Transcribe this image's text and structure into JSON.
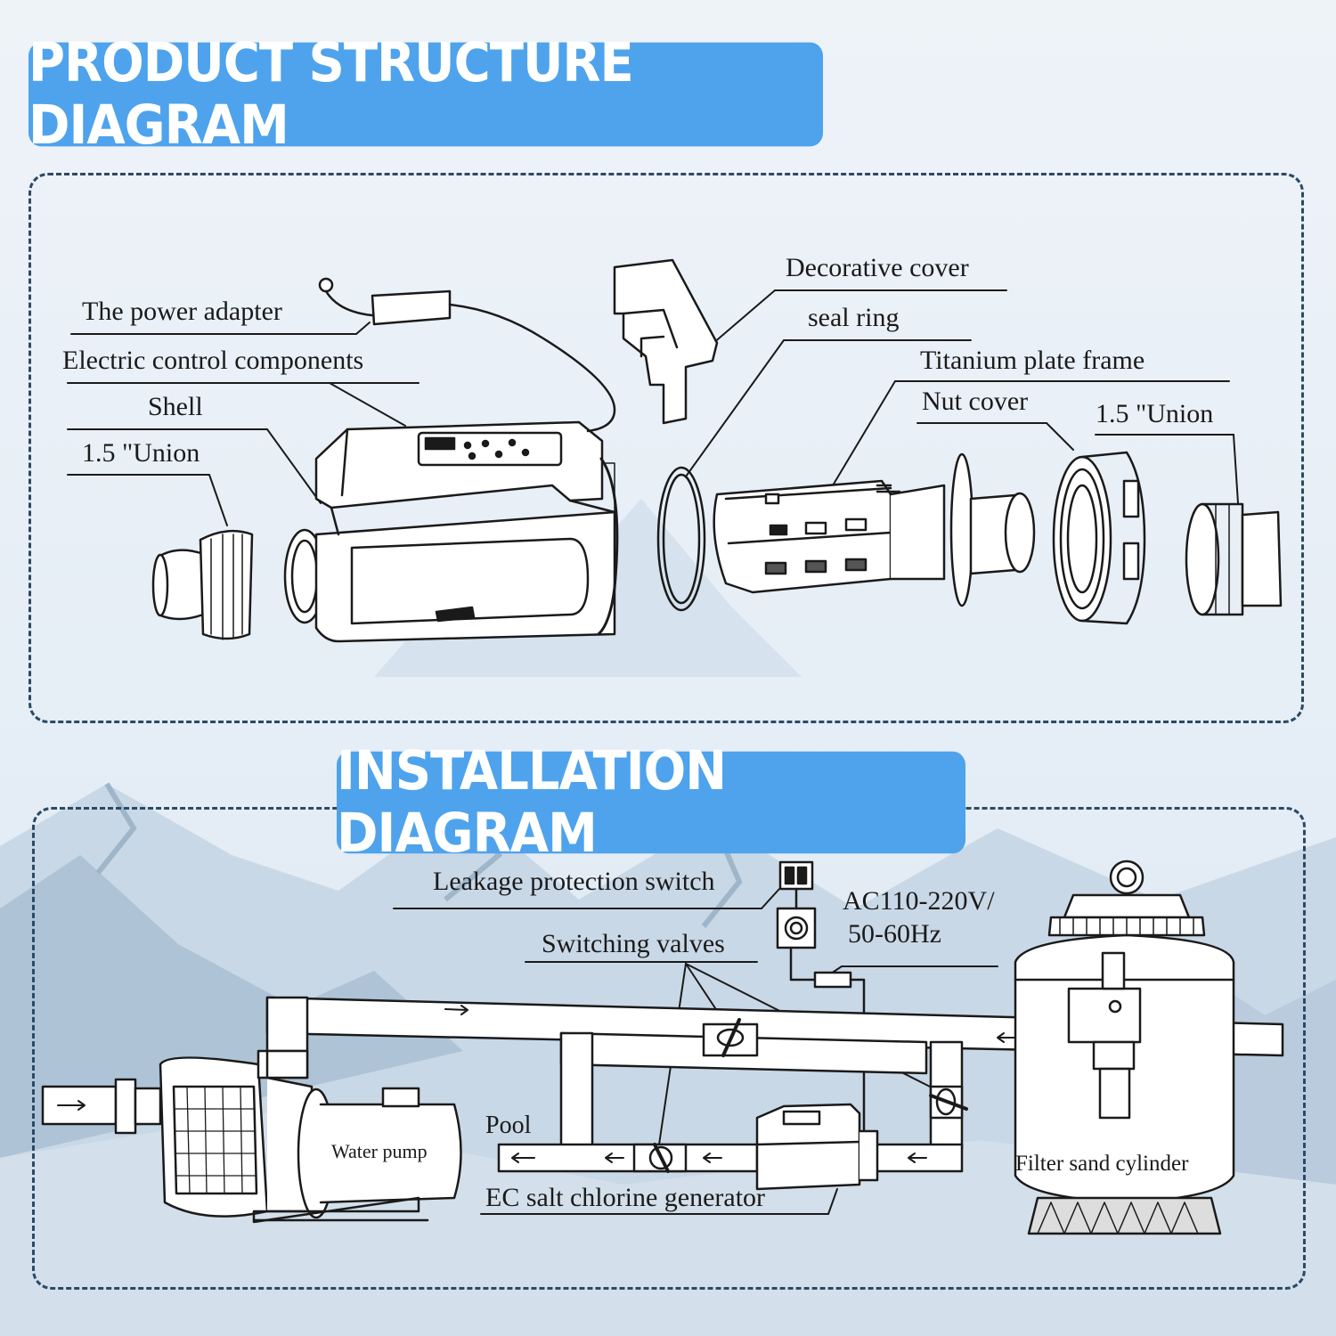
{
  "headers": {
    "structure": "PRODUCT STRUCTURE DIAGRAM",
    "installation": "INSTALLATION DIAGRAM"
  },
  "structure_labels": {
    "power_adapter": "The power adapter",
    "electric_control": "Electric control components",
    "shell": "Shell",
    "union_left": "1.5 \"Union",
    "decorative_cover": "Decorative cover",
    "seal_ring": "seal ring",
    "titanium_frame": "Titanium plate frame",
    "nut_cover": "Nut cover",
    "union_right": "1.5 \"Union"
  },
  "installation_labels": {
    "leakage_switch": "Leakage protection switch",
    "voltage": "AC110-220V/",
    "frequency": "50-60Hz",
    "switching_valves": "Switching valves",
    "pool": "Pool",
    "water_pump": "Water pump",
    "ec_generator": "EC salt chlorine generator",
    "filter": "Filter sand cylinder"
  },
  "colors": {
    "banner": "#4ea3ec",
    "dash": "#2a4a66",
    "line": "#1a1a1a"
  }
}
